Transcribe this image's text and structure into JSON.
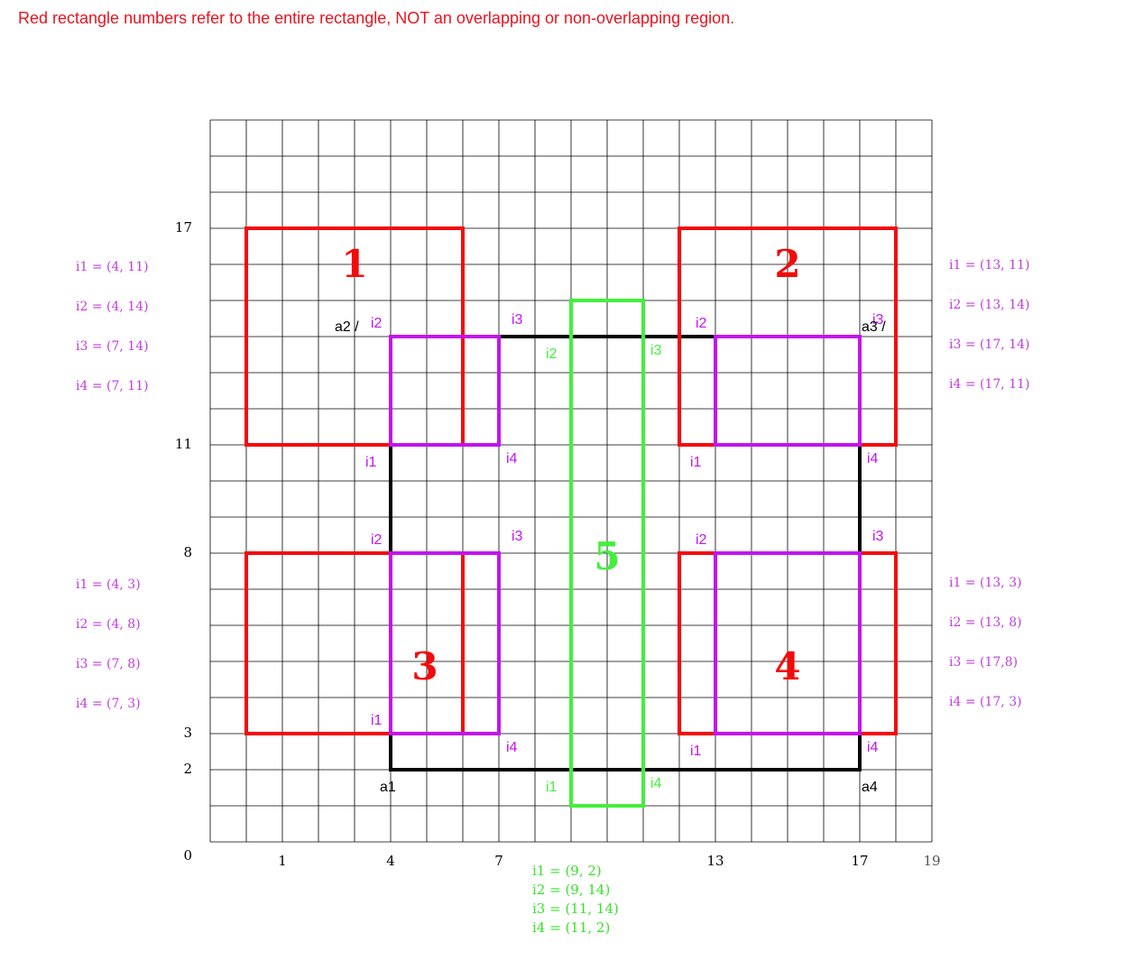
{
  "note": "Red rectangle numbers refer to the entire rectangle, NOT an overlapping or non-overlapping region.",
  "colors": {
    "red": "#f40b0b",
    "purple": "#c413ef",
    "green": "#44ef3c",
    "black": "#000000",
    "grid": "#000000"
  },
  "grid": {
    "xmin": -1,
    "xmax": 19,
    "ymin": 0,
    "ymax": 20
  },
  "axis": {
    "x_ticks": [
      {
        "v": 1,
        "t": "1"
      },
      {
        "v": 4,
        "t": "4"
      },
      {
        "v": 7,
        "t": "7"
      },
      {
        "v": 13,
        "t": "13"
      },
      {
        "v": 17,
        "t": "17"
      },
      {
        "v": 19,
        "t": "19"
      }
    ],
    "y_ticks": [
      {
        "v": 0,
        "t": "0"
      },
      {
        "v": 2,
        "t": "2"
      },
      {
        "v": 3,
        "t": "3"
      },
      {
        "v": 8,
        "t": "8"
      },
      {
        "v": 11,
        "t": "11"
      },
      {
        "v": 17,
        "t": "17"
      }
    ]
  },
  "red_rectangles": [
    {
      "label": "1",
      "x1": 0,
      "y1": 11,
      "x2": 6,
      "y2": 17
    },
    {
      "label": "2",
      "x1": 12,
      "y1": 11,
      "x2": 18,
      "y2": 17
    },
    {
      "label": "3",
      "x1": 0,
      "y1": 3,
      "x2": 6,
      "y2": 8
    },
    {
      "label": "4",
      "x1": 12,
      "y1": 3,
      "x2": 18,
      "y2": 8
    }
  ],
  "purple_rectangles": [
    {
      "x1": 4,
      "y1": 11,
      "x2": 7,
      "y2": 14
    },
    {
      "x1": 13,
      "y1": 11,
      "x2": 17,
      "y2": 14
    },
    {
      "x1": 4,
      "y1": 3,
      "x2": 7,
      "y2": 8
    },
    {
      "x1": 13,
      "y1": 3,
      "x2": 17,
      "y2": 8
    }
  ],
  "black_rectangle": {
    "x1": 4,
    "y1": 2,
    "x2": 17,
    "y2": 14
  },
  "green_rectangle": {
    "label": "5",
    "x1": 9,
    "y1": 1,
    "x2": 11,
    "y2": 15
  },
  "anchor_labels": [
    {
      "text": "a1",
      "x": 4,
      "y": 2
    },
    {
      "text": "a2 /",
      "x": 4,
      "y": 14
    },
    {
      "text": "a3 /",
      "x": 17,
      "y": 14
    },
    {
      "text": "a4",
      "x": 17,
      "y": 2
    }
  ],
  "corner_labels": [
    {
      "text": "i2",
      "x": 4,
      "y": 14,
      "color": "purple",
      "pos": "nw"
    },
    {
      "text": "i3",
      "x": 7,
      "y": 14,
      "color": "purple",
      "pos": "ne"
    },
    {
      "text": "i1",
      "x": 4,
      "y": 11,
      "color": "purple",
      "pos": "sw"
    },
    {
      "text": "i4",
      "x": 7,
      "y": 11,
      "color": "purple",
      "pos": "se"
    },
    {
      "text": "i2",
      "x": 13,
      "y": 14,
      "color": "purple",
      "pos": "nw"
    },
    {
      "text": "i3",
      "x": 17,
      "y": 14,
      "color": "purple",
      "pos": "ne"
    },
    {
      "text": "i1",
      "x": 13,
      "y": 11,
      "color": "purple",
      "pos": "sw"
    },
    {
      "text": "i4",
      "x": 17,
      "y": 11,
      "color": "purple",
      "pos": "se"
    },
    {
      "text": "i2",
      "x": 4,
      "y": 8,
      "color": "purple",
      "pos": "nw"
    },
    {
      "text": "i3",
      "x": 7,
      "y": 8,
      "color": "purple",
      "pos": "ne"
    },
    {
      "text": "i1",
      "x": 4,
      "y": 3,
      "color": "purple",
      "pos": "nw"
    },
    {
      "text": "i4",
      "x": 7,
      "y": 3,
      "color": "purple",
      "pos": "se"
    },
    {
      "text": "i2",
      "x": 13,
      "y": 8,
      "color": "purple",
      "pos": "nw"
    },
    {
      "text": "i3",
      "x": 17,
      "y": 8,
      "color": "purple",
      "pos": "ne"
    },
    {
      "text": "i1",
      "x": 13,
      "y": 3,
      "color": "purple",
      "pos": "sw"
    },
    {
      "text": "i4",
      "x": 17,
      "y": 3,
      "color": "purple",
      "pos": "se"
    },
    {
      "text": "i2",
      "x": 9,
      "y": 14,
      "color": "green",
      "pos": "sw"
    },
    {
      "text": "i3",
      "x": 11,
      "y": 14,
      "color": "green",
      "pos": "se"
    },
    {
      "text": "i1",
      "x": 9,
      "y": 2,
      "color": "green",
      "pos": "sw"
    },
    {
      "text": "i4",
      "x": 11,
      "y": 2,
      "color": "green",
      "pos": "se"
    }
  ],
  "coordinate_lists": {
    "top_left": [
      "i1 = (4, 11)",
      "i2 = (4, 14)",
      "i3 = (7, 14)",
      "i4 = (7, 11)"
    ],
    "top_right": [
      "i1 = (13, 11)",
      "i2 = (13, 14)",
      "i3 = (17, 14)",
      "i4 = (17, 11)"
    ],
    "bottom_left": [
      "i1 = (4, 3)",
      "i2 = (4, 8)",
      "i3 = (7, 8)",
      "i4 = (7, 3)"
    ],
    "bottom_right": [
      "i1 = (13, 3)",
      "i2 = (13, 8)",
      "i3 =  (17,8)",
      "i4 =  (17, 3)"
    ],
    "bottom_green": [
      "i1 =  (9, 2)",
      "i2 = (9, 14)",
      "i3 =  (11, 14)",
      "i4 =  (11, 2)"
    ]
  }
}
